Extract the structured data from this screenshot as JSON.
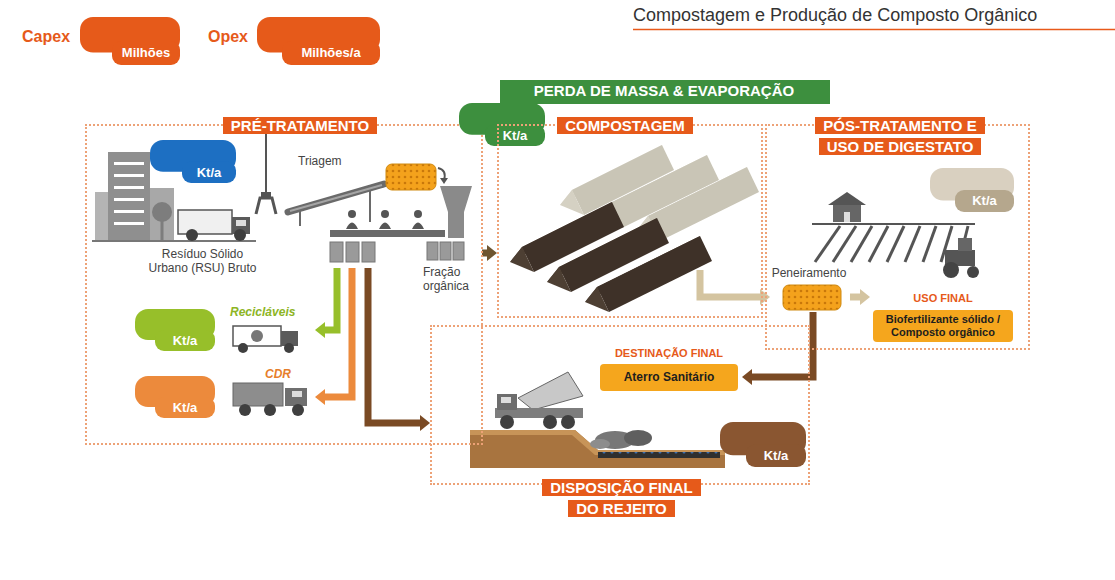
{
  "diagram": {
    "title": "Compostagem e Produção de Composto Orgânico",
    "nodes": [
      {
        "text": [
          "Capex",
          "Milhões"
        ]
      },
      {
        "text": [
          "Opex",
          "Milhões/a"
        ]
      },
      {
        "text": [
          "PRÉ-TRATAMENTO"
        ]
      },
      {
        "text": [
          "Kt/a"
        ],
        "in": 2
      },
      {
        "text": [
          "Triagem"
        ],
        "in": 2
      },
      {
        "text": [
          "Fração orgânica"
        ],
        "in": 2
      },
      {
        "text": [
          "Recicláveis",
          "Kt/a"
        ],
        "in": 2
      },
      {
        "text": [
          "CDR",
          "Kt/a"
        ],
        "in": 2
      },
      {
        "text": [
          "PERDA DE MASSA & EVAPORAÇÃO"
        ]
      },
      {
        "text": [
          "Kt/a"
        ]
      },
      {
        "text": [
          "COMPOSTAGEM"
        ]
      },
      {
        "text": [
          "PÓS-TRATAMENTO E USO DE DIGESTATO"
        ]
      },
      {
        "text": [
          "Kt/a"
        ],
        "in": 11
      },
      {
        "text": [
          "Peneiramento"
        ],
        "in": 11
      },
      {
        "text": [
          "USO FINAL",
          "Biofertilizante sólido / Composto orgânico"
        ],
        "in": 11
      },
      {
        "text": [
          "DISPOSIÇÃO FINAL DO REJEITO"
        ]
      },
      {
        "text": [
          "DESTINAÇÃO FINAL",
          "Aterro Sanitário"
        ],
        "in": 15
      },
      {
        "text": [
          "Kt/a"
        ],
        "in": 15
      }
    ],
    "edges": [
      {
        "from": 4,
        "to": 6,
        "arrow": "to"
      },
      {
        "from": 4,
        "to": 7,
        "arrow": "to"
      },
      {
        "from": 4,
        "to": 15,
        "arrow": "to"
      },
      {
        "from": 5,
        "to": 10,
        "arrow": "to"
      },
      {
        "from": 10,
        "to": 13,
        "arrow": "to"
      },
      {
        "from": 13,
        "to": 14,
        "arrow": "to"
      },
      {
        "from": 13,
        "to": 16,
        "arrow": "to"
      }
    ],
    "labels": [
      "Resíduo Sólido Urbano (RSU) Bruto"
    ]
  }
}
